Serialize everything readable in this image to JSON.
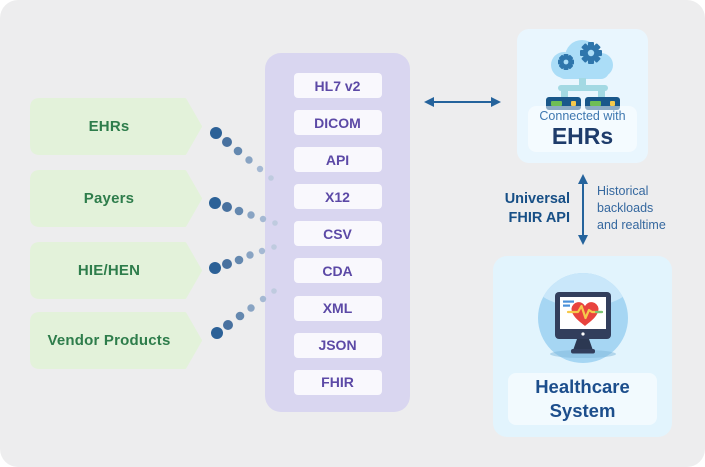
{
  "sources": {
    "items": [
      {
        "label": "EHRs"
      },
      {
        "label": "Payers"
      },
      {
        "label": "HIE/HEN"
      },
      {
        "label": "Vendor Products"
      }
    ]
  },
  "hub": {
    "formats": [
      "HL7 v2",
      "DICOM",
      "API",
      "X12",
      "CSV",
      "CDA",
      "XML",
      "JSON",
      "FHIR"
    ]
  },
  "ehr_box": {
    "icon": "cloud-gears-servers-icon",
    "subtitle": "Connected with",
    "title": "EHRs"
  },
  "link": {
    "left_label": "Universal FHIR API",
    "right_label": "Historical backloads and realtime"
  },
  "healthcare_box": {
    "icon": "monitor-heartbeat-icon",
    "title": "Healthcare System"
  },
  "colors": {
    "background": "#EDEDEE",
    "source_green_bg": "#E3F2DA",
    "source_green_text": "#2E7D4B",
    "hub_purple": "#D9D6F0",
    "pill_bg": "#F9F8FD",
    "pill_text": "#5C49A6",
    "arrow_blue": "#25639C",
    "dark_navy_text": "#1E3C6B",
    "blue_text": "#35689F",
    "light_blue_box": "#E9F6FE",
    "icon_circle_blue": "#A6D6F3",
    "heart_red": "#E8433E"
  }
}
